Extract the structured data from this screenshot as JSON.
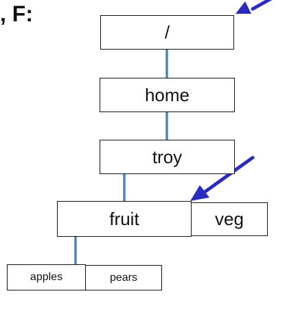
{
  "heading_fragment": ", F:",
  "colors": {
    "connector": "#4f81bd",
    "arrow": "#2b2bbf",
    "border": "#111111",
    "text": "#111111"
  },
  "tree": {
    "root": "/",
    "home": "home",
    "troy": "troy",
    "fruit": "fruit",
    "veg": "veg",
    "apples": "apples",
    "pears": "pears"
  }
}
